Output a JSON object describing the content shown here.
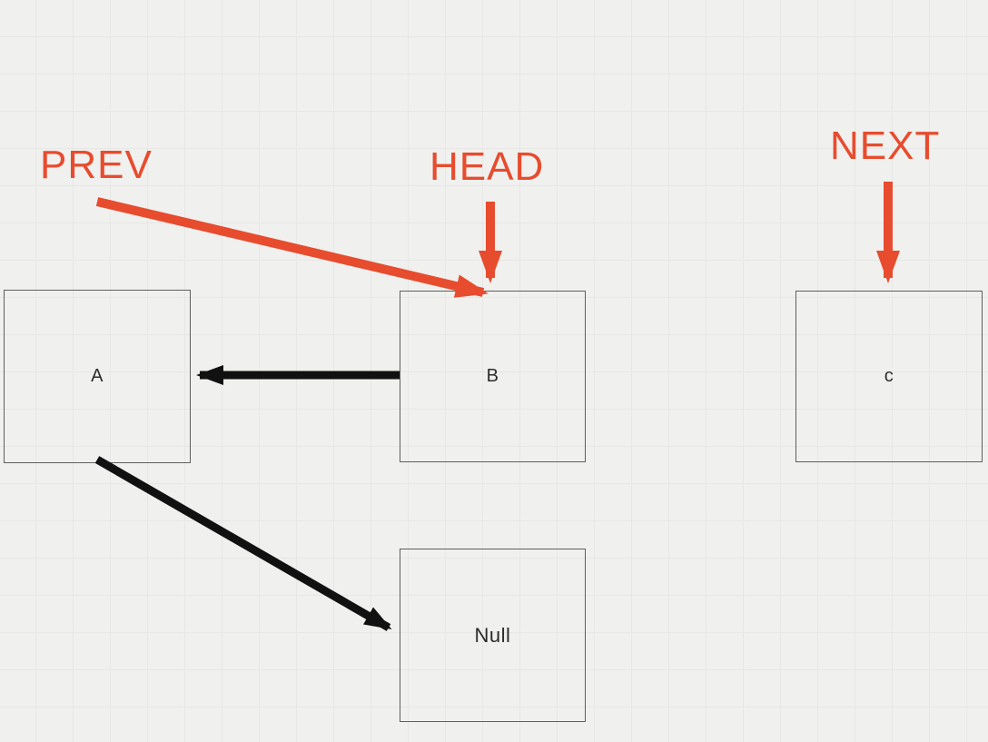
{
  "canvas": {
    "background_color": "#f0f0ee",
    "grid_color": "#e7e7e5",
    "accent_color": "#e74c2e",
    "black_arrow_color": "#111111",
    "box_border_color": "#5f5f5f"
  },
  "pointers": {
    "prev": {
      "label": "PREV"
    },
    "head": {
      "label": "HEAD"
    },
    "next": {
      "label": "NEXT"
    }
  },
  "nodes": {
    "a": {
      "label": "A"
    },
    "b": {
      "label": "B"
    },
    "c": {
      "label": "c"
    },
    "null": {
      "label": "Null"
    }
  }
}
